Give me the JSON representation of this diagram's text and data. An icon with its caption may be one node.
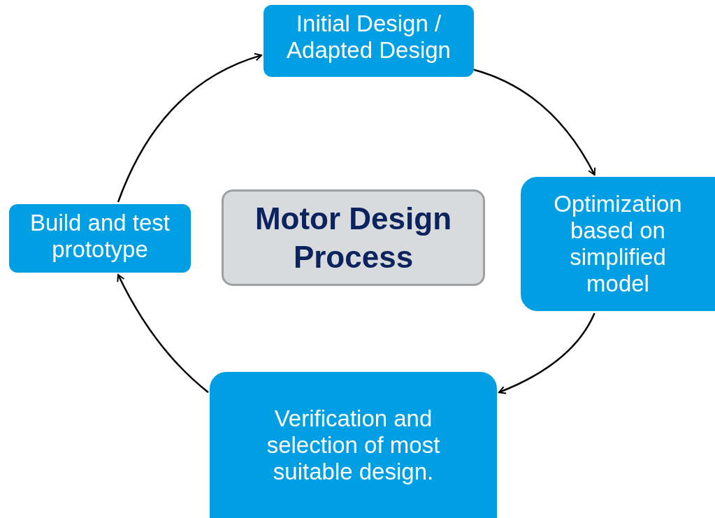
{
  "diagram": {
    "nodes": [
      {
        "text": [
          "Initial Design / Adapted Design"
        ]
      },
      {
        "text": [
          "Optimization based on simplified model"
        ]
      },
      {
        "text": [
          "Verification and selection of most suitable design."
        ]
      },
      {
        "text": [
          "Build and test prototype"
        ]
      },
      {
        "text": [
          "Motor Design Process"
        ]
      }
    ],
    "edges": [
      {
        "from": 0,
        "to": 1,
        "arrow": "to"
      },
      {
        "from": 1,
        "to": 2,
        "arrow": "to"
      },
      {
        "from": 2,
        "to": 3,
        "arrow": "to"
      },
      {
        "from": 3,
        "to": 0,
        "arrow": "to"
      }
    ]
  }
}
